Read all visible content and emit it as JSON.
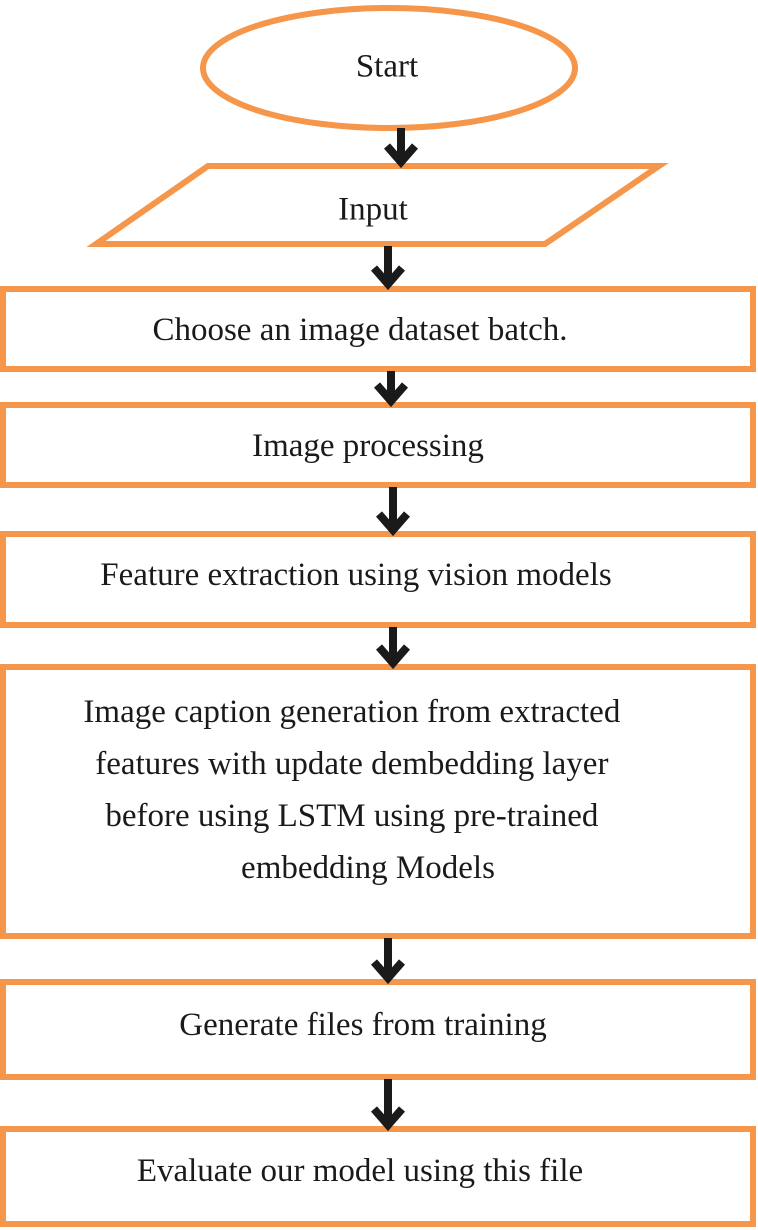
{
  "colors": {
    "stroke": "#F5964A",
    "arrow": "#1a1a1a",
    "text": "#1a1a1a",
    "background": "#ffffff"
  },
  "flowchart": {
    "start": "Start",
    "input": "Input",
    "steps": [
      {
        "lines": [
          "Choose an image dataset batch."
        ]
      },
      {
        "lines": [
          "Image processing"
        ]
      },
      {
        "lines": [
          "Feature extraction using vision models"
        ]
      },
      {
        "lines": [
          "Image caption generation from extracted",
          "features with update dembedding layer",
          "before using LSTM using pre-trained",
          "embedding Models"
        ]
      },
      {
        "lines": [
          "Generate files from training"
        ]
      },
      {
        "lines": [
          "Evaluate our model using this file"
        ]
      }
    ]
  }
}
